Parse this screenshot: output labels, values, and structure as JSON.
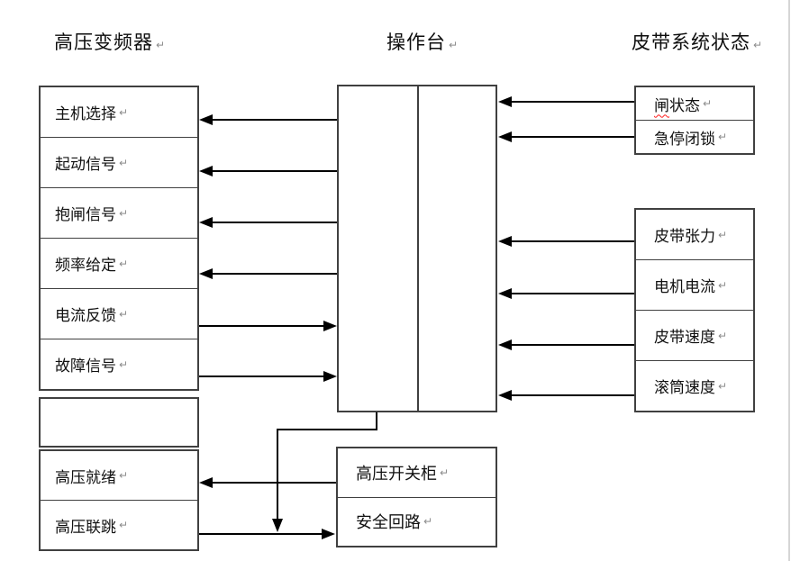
{
  "marks": {
    "return": "↵"
  },
  "titles": {
    "left": "高压变频器",
    "center": "操作台",
    "right": "皮带系统状态"
  },
  "hv_inverter": {
    "rows": [
      {
        "label": "主机选择"
      },
      {
        "label": "起动信号"
      },
      {
        "label": "抱闸信号"
      },
      {
        "label": "频率给定"
      },
      {
        "label": "电流反馈"
      },
      {
        "label": "故障信号"
      }
    ],
    "bottom_rows": [
      {
        "label": "高压就绪"
      },
      {
        "label": "高压联跳"
      }
    ]
  },
  "belt_status": {
    "group1": [
      {
        "marked": "闸",
        "label": "状态"
      },
      {
        "marked": "",
        "label": "急停闭锁"
      }
    ],
    "group2": [
      {
        "label": "皮带张力"
      },
      {
        "label": "电机电流"
      },
      {
        "label": "皮带速度"
      },
      {
        "label": "滚筒速度"
      }
    ]
  },
  "switchgear": {
    "rows": [
      {
        "label": "高压开关柜"
      },
      {
        "label": "安全回路"
      }
    ]
  },
  "colors": {
    "connector_line": "#000000",
    "box_border": "#404040",
    "spellcheck_underline": "#ff1a1a",
    "page_edge": "#d6d6d6",
    "return_mark": "#8c8c8c"
  }
}
